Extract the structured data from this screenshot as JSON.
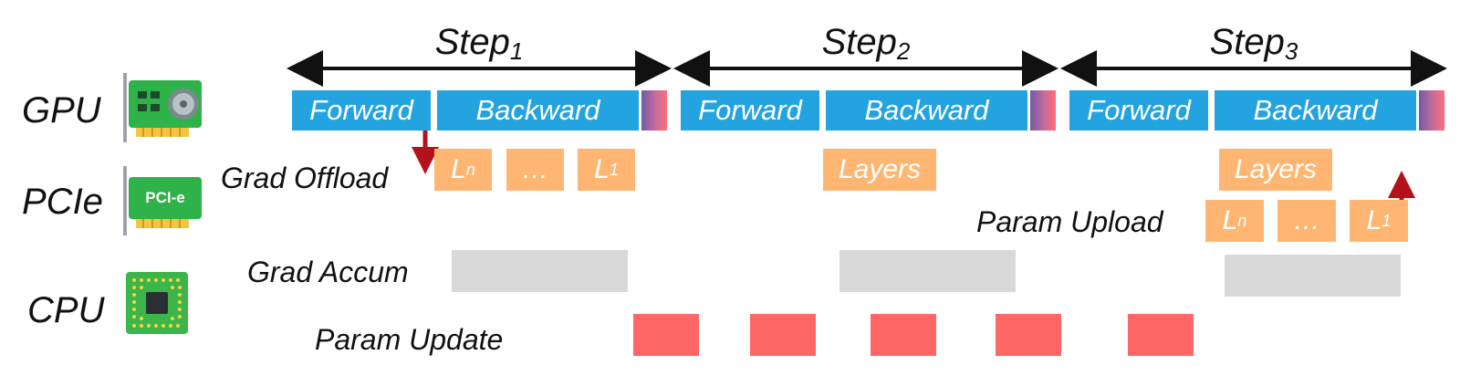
{
  "steps": [
    {
      "base": "Step",
      "sub": "1"
    },
    {
      "base": "Step",
      "sub": "2"
    },
    {
      "base": "Step",
      "sub": "3"
    }
  ],
  "devices": {
    "gpu": {
      "label": "GPU",
      "icon": "gpu-card-icon"
    },
    "pcie": {
      "label": "PCIe",
      "icon": "pcie-card-icon",
      "chip_text": "PCI-e"
    },
    "cpu": {
      "label": "CPU",
      "icon": "cpu-chip-icon"
    }
  },
  "tasks": {
    "grad_offload": "Grad Offload",
    "param_upload": "Param Upload",
    "grad_accum": "Grad Accum",
    "param_update": "Param Update"
  },
  "gpu_blocks": {
    "forward": "Forward",
    "backward": "Backward"
  },
  "pcie_blocks": {
    "step1": [
      {
        "base": "L",
        "sub": "n"
      },
      {
        "base": "…",
        "sub": ""
      },
      {
        "base": "L",
        "sub": "1"
      }
    ],
    "step2": "Layers",
    "step3_top": "Layers",
    "step3_upload": [
      {
        "base": "L",
        "sub": "n"
      },
      {
        "base": "…",
        "sub": ""
      },
      {
        "base": "L",
        "sub": "1"
      }
    ]
  },
  "colors": {
    "gpu_block": "#23a3e0",
    "pcie_block": "#ffb673",
    "accum_block": "#d9d9d9",
    "update_block": "#ff6666",
    "arrow_red": "#b3121b"
  }
}
